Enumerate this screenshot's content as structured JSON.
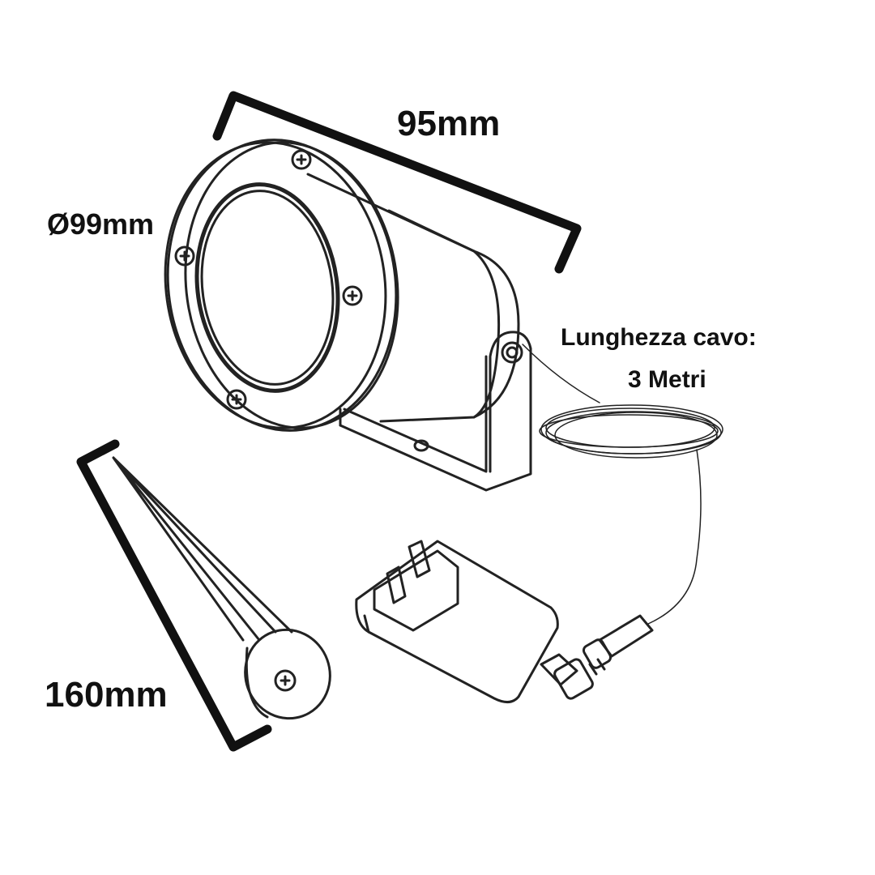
{
  "labels": {
    "length": "95mm",
    "diameter": "Ø99mm",
    "cable_length_title": "Lunghezza cavo:",
    "cable_length_value": "3 Metri",
    "stake_length": "160mm"
  },
  "colors": {
    "line": "#111111",
    "background": "#ffffff"
  }
}
